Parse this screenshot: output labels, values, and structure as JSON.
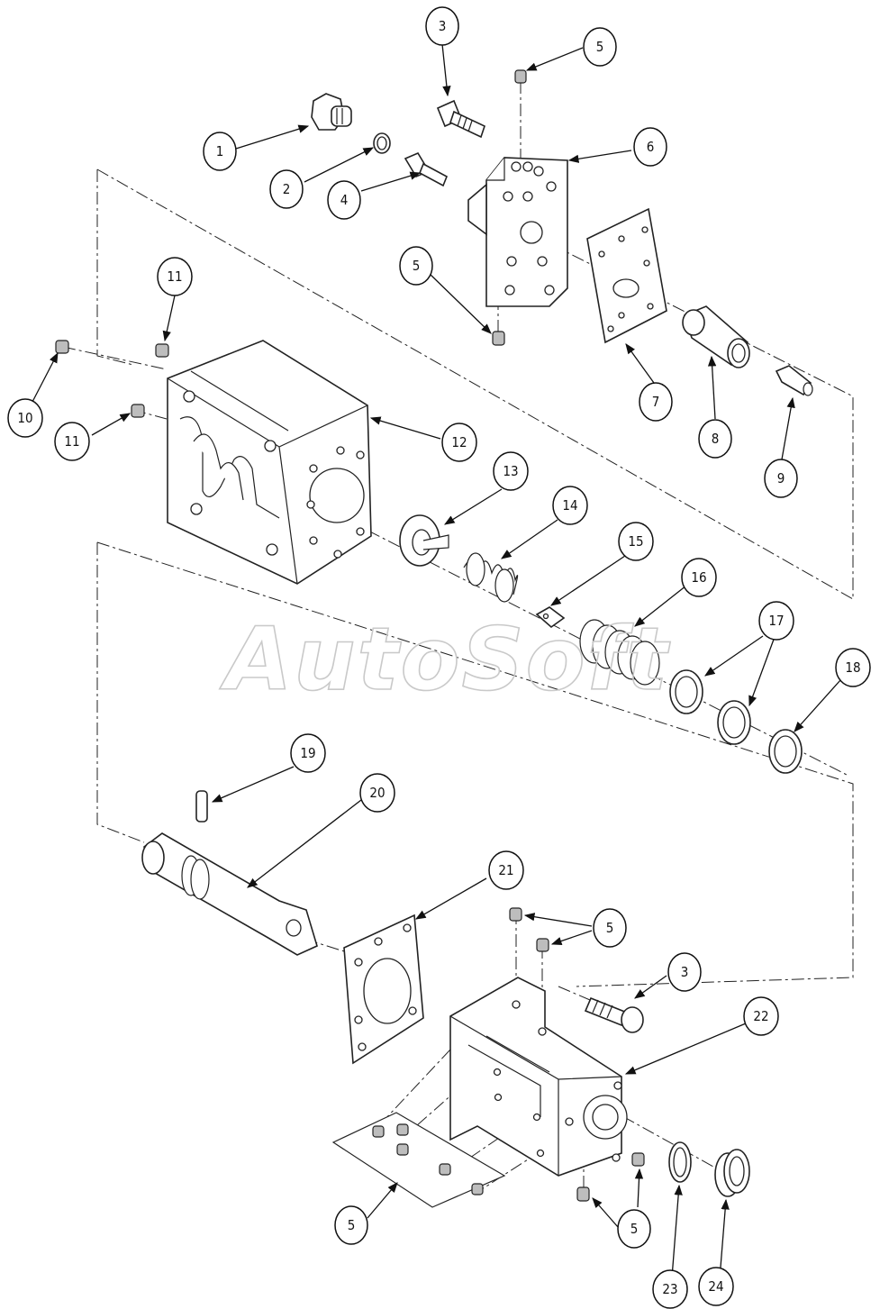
{
  "watermark": "AutoSoft",
  "callouts": [
    {
      "id": "c1",
      "label": "1"
    },
    {
      "id": "c2",
      "label": "2"
    },
    {
      "id": "c3a",
      "label": "3"
    },
    {
      "id": "c4",
      "label": "4"
    },
    {
      "id": "c5a",
      "label": "5"
    },
    {
      "id": "c5b",
      "label": "5"
    },
    {
      "id": "c6",
      "label": "6"
    },
    {
      "id": "c7",
      "label": "7"
    },
    {
      "id": "c8",
      "label": "8"
    },
    {
      "id": "c9",
      "label": "9"
    },
    {
      "id": "c10",
      "label": "10"
    },
    {
      "id": "c11a",
      "label": "11"
    },
    {
      "id": "c11b",
      "label": "11"
    },
    {
      "id": "c12",
      "label": "12"
    },
    {
      "id": "c13",
      "label": "13"
    },
    {
      "id": "c14",
      "label": "14"
    },
    {
      "id": "c15",
      "label": "15"
    },
    {
      "id": "c16",
      "label": "16"
    },
    {
      "id": "c17",
      "label": "17"
    },
    {
      "id": "c18",
      "label": "18"
    },
    {
      "id": "c19",
      "label": "19"
    },
    {
      "id": "c20",
      "label": "20"
    },
    {
      "id": "c21",
      "label": "21"
    },
    {
      "id": "c5c",
      "label": "5"
    },
    {
      "id": "c3b",
      "label": "3"
    },
    {
      "id": "c22",
      "label": "22"
    },
    {
      "id": "c5d",
      "label": "5"
    },
    {
      "id": "c5e",
      "label": "5"
    },
    {
      "id": "c23",
      "label": "23"
    },
    {
      "id": "c24",
      "label": "24"
    }
  ]
}
